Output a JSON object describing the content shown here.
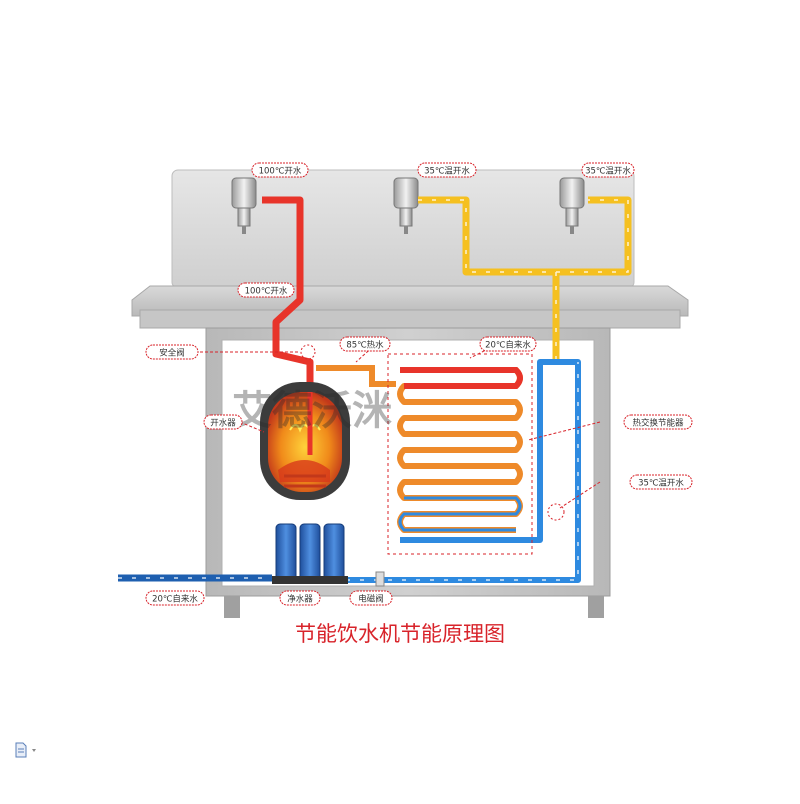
{
  "diagram": {
    "caption": "节能饮水机节能原理图",
    "watermark": "艾德沃洣",
    "labels": {
      "tap1": "100℃开水",
      "tap2": "35℃温开水",
      "tap3": "35℃温开水",
      "pipe_boiling": "100℃开水",
      "hot85": "85℃热水",
      "cold_in_top": "20℃自来水",
      "safety_valve": "安全阀",
      "boiler": "开水器",
      "heat_exchanger": "热交换节能器",
      "warm_out": "35℃温开水",
      "cold_in_bottom": "20℃自来水",
      "purifier": "净水器",
      "solenoid": "电磁阀"
    },
    "colors": {
      "hot": "#e8342a",
      "warm": "#f5c020",
      "cold": "#2e8ae0",
      "inlet": "#1e5fb0",
      "exchanger": "#ee8a2a",
      "label_border": "#d8232a"
    }
  },
  "toolbar": {
    "doc_icon": "document-icon",
    "dropdown_icon": "chevron-down-icon"
  }
}
